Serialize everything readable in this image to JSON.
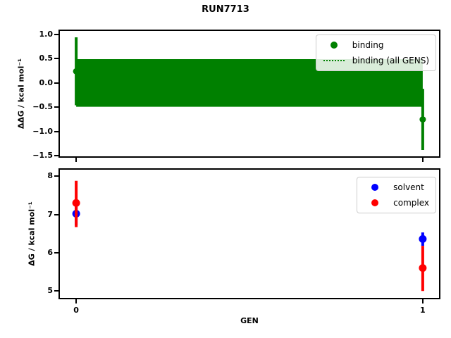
{
  "title": "RUN7713",
  "chart_data": [
    {
      "type": "scatter",
      "name": "ddg-per-gen",
      "ylabel": "ΔΔG / kcal mol⁻¹",
      "xlabel": "",
      "xlim": [
        -0.047,
        1.047
      ],
      "ylim": [
        -1.51,
        1.07
      ],
      "grid": false,
      "yticks": [
        {
          "v": 1.0,
          "label": "1.0"
        },
        {
          "v": 0.5,
          "label": "0.5"
        },
        {
          "v": 0.0,
          "label": "0.0"
        },
        {
          "v": -0.5,
          "label": "−0.5"
        },
        {
          "v": -1.0,
          "label": "−1.0"
        },
        {
          "v": -1.5,
          "label": "−1.5"
        }
      ],
      "xticks": [
        {
          "v": 0,
          "label": ""
        },
        {
          "v": 1,
          "label": ""
        }
      ],
      "band": {
        "label": "binding (all GENS)",
        "color": "#008000",
        "center": 0.0,
        "lo": -0.49,
        "hi": 0.49,
        "x_range": [
          0,
          1
        ],
        "center_line_style": "dotted"
      },
      "series": [
        {
          "name": "binding",
          "color": "#008000",
          "marker": "circle",
          "points": [
            {
              "x": 0,
              "y": 0.24,
              "err": [
                -0.46,
                0.94
              ]
            },
            {
              "x": 1,
              "y": -0.75,
              "err": [
                -1.38,
                -0.12
              ]
            }
          ]
        }
      ],
      "legend": {
        "position": "upper right",
        "items": [
          {
            "label": "binding",
            "marker": "dot",
            "color": "#008000"
          },
          {
            "label": "binding (all GENS)",
            "marker": "dotted-line",
            "color": "#008000"
          }
        ]
      }
    },
    {
      "type": "scatter",
      "name": "dg-per-gen",
      "ylabel": "ΔG / kcal mol⁻¹",
      "xlabel": "GEN",
      "xlim": [
        -0.047,
        1.047
      ],
      "ylim": [
        4.82,
        8.17
      ],
      "grid": false,
      "yticks": [
        {
          "v": 8,
          "label": "8"
        },
        {
          "v": 7,
          "label": "7"
        },
        {
          "v": 6,
          "label": "6"
        },
        {
          "v": 5,
          "label": "5"
        }
      ],
      "xticks": [
        {
          "v": 0,
          "label": "0"
        },
        {
          "v": 1,
          "label": "1"
        }
      ],
      "series": [
        {
          "name": "solvent",
          "color": "#0000ff",
          "marker": "circle",
          "points": [
            {
              "x": 0,
              "y": 7.02,
              "err": [
                6.72,
                7.32
              ]
            },
            {
              "x": 1,
              "y": 6.36,
              "err": [
                6.18,
                6.53
              ]
            }
          ]
        },
        {
          "name": "complex",
          "color": "#ff0000",
          "marker": "circle",
          "points": [
            {
              "x": 0,
              "y": 7.3,
              "err": [
                6.67,
                7.88
              ]
            },
            {
              "x": 1,
              "y": 5.6,
              "err": [
                5.0,
                6.18
              ]
            }
          ]
        }
      ],
      "legend": {
        "position": "upper right",
        "items": [
          {
            "label": "solvent",
            "marker": "dot",
            "color": "#0000ff"
          },
          {
            "label": "complex",
            "marker": "dot",
            "color": "#ff0000"
          }
        ]
      }
    }
  ]
}
